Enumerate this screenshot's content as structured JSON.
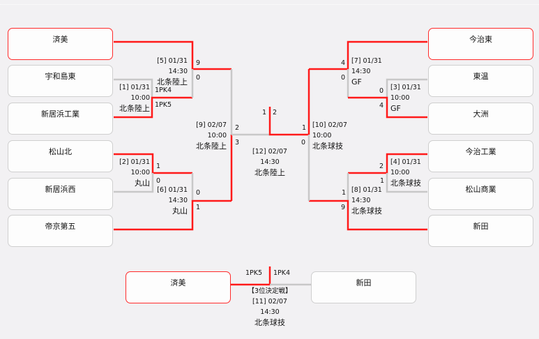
{
  "colors": {
    "winner_line": "#ff1a1a",
    "loser_line": "#c8c8c8",
    "background": "#f2f1f3"
  },
  "teams_left": [
    "済美",
    "宇和島東",
    "新居浜工業",
    "松山北",
    "新居浜西",
    "帝京第五"
  ],
  "teams_right": [
    "今治東",
    "東温",
    "大洲",
    "今治工業",
    "松山商業",
    "新田"
  ],
  "matches": {
    "m1": {
      "id": "[1] 01/31",
      "time": "10:00",
      "venue": "北条陸上",
      "score_a": "1PK4",
      "score_b": "1PK5"
    },
    "m2": {
      "id": "[2] 01/31",
      "time": "10:00",
      "venue": "丸山",
      "score_a": "1",
      "score_b": "0"
    },
    "m3": {
      "id": "[3] 01/31",
      "time": "10:00",
      "venue": "GF",
      "score_a": "0",
      "score_b": "4"
    },
    "m4": {
      "id": "[4] 01/31",
      "time": "10:00",
      "venue": "北条球技",
      "score_a": "2",
      "score_b": "1"
    },
    "m5": {
      "id": "[5] 01/31",
      "time": "14:30",
      "venue": "北条陸上",
      "score_a": "9",
      "score_b": "0"
    },
    "m6": {
      "id": "[6] 01/31",
      "time": "14:30",
      "venue": "丸山",
      "score_a": "0",
      "score_b": "1"
    },
    "m7": {
      "id": "[7] 01/31",
      "time": "14:30",
      "venue": "GF",
      "score_a": "4",
      "score_b": "0"
    },
    "m8": {
      "id": "[8] 01/31",
      "time": "14:30",
      "venue": "北条球技",
      "score_a": "1",
      "score_b": "9"
    },
    "m9": {
      "id": "[9] 02/07",
      "time": "10:00",
      "venue": "北条陸上",
      "score_a": "2",
      "score_b": "3"
    },
    "m10": {
      "id": "[10] 02/07",
      "time": "10:00",
      "venue": "北条球技",
      "score_a": "1",
      "score_b": "0"
    },
    "m12": {
      "id": "[12] 02/07",
      "time": "14:30",
      "venue": "北条陸上",
      "score_left": "1",
      "score_right": "2"
    },
    "m11": {
      "title": "【3位決定戦】",
      "id": "[11] 02/07",
      "time": "14:30",
      "venue": "北条球技",
      "score_left": "1PK5",
      "score_right": "1PK4"
    }
  },
  "third_place": {
    "left_team": "済美",
    "right_team": "新田"
  }
}
